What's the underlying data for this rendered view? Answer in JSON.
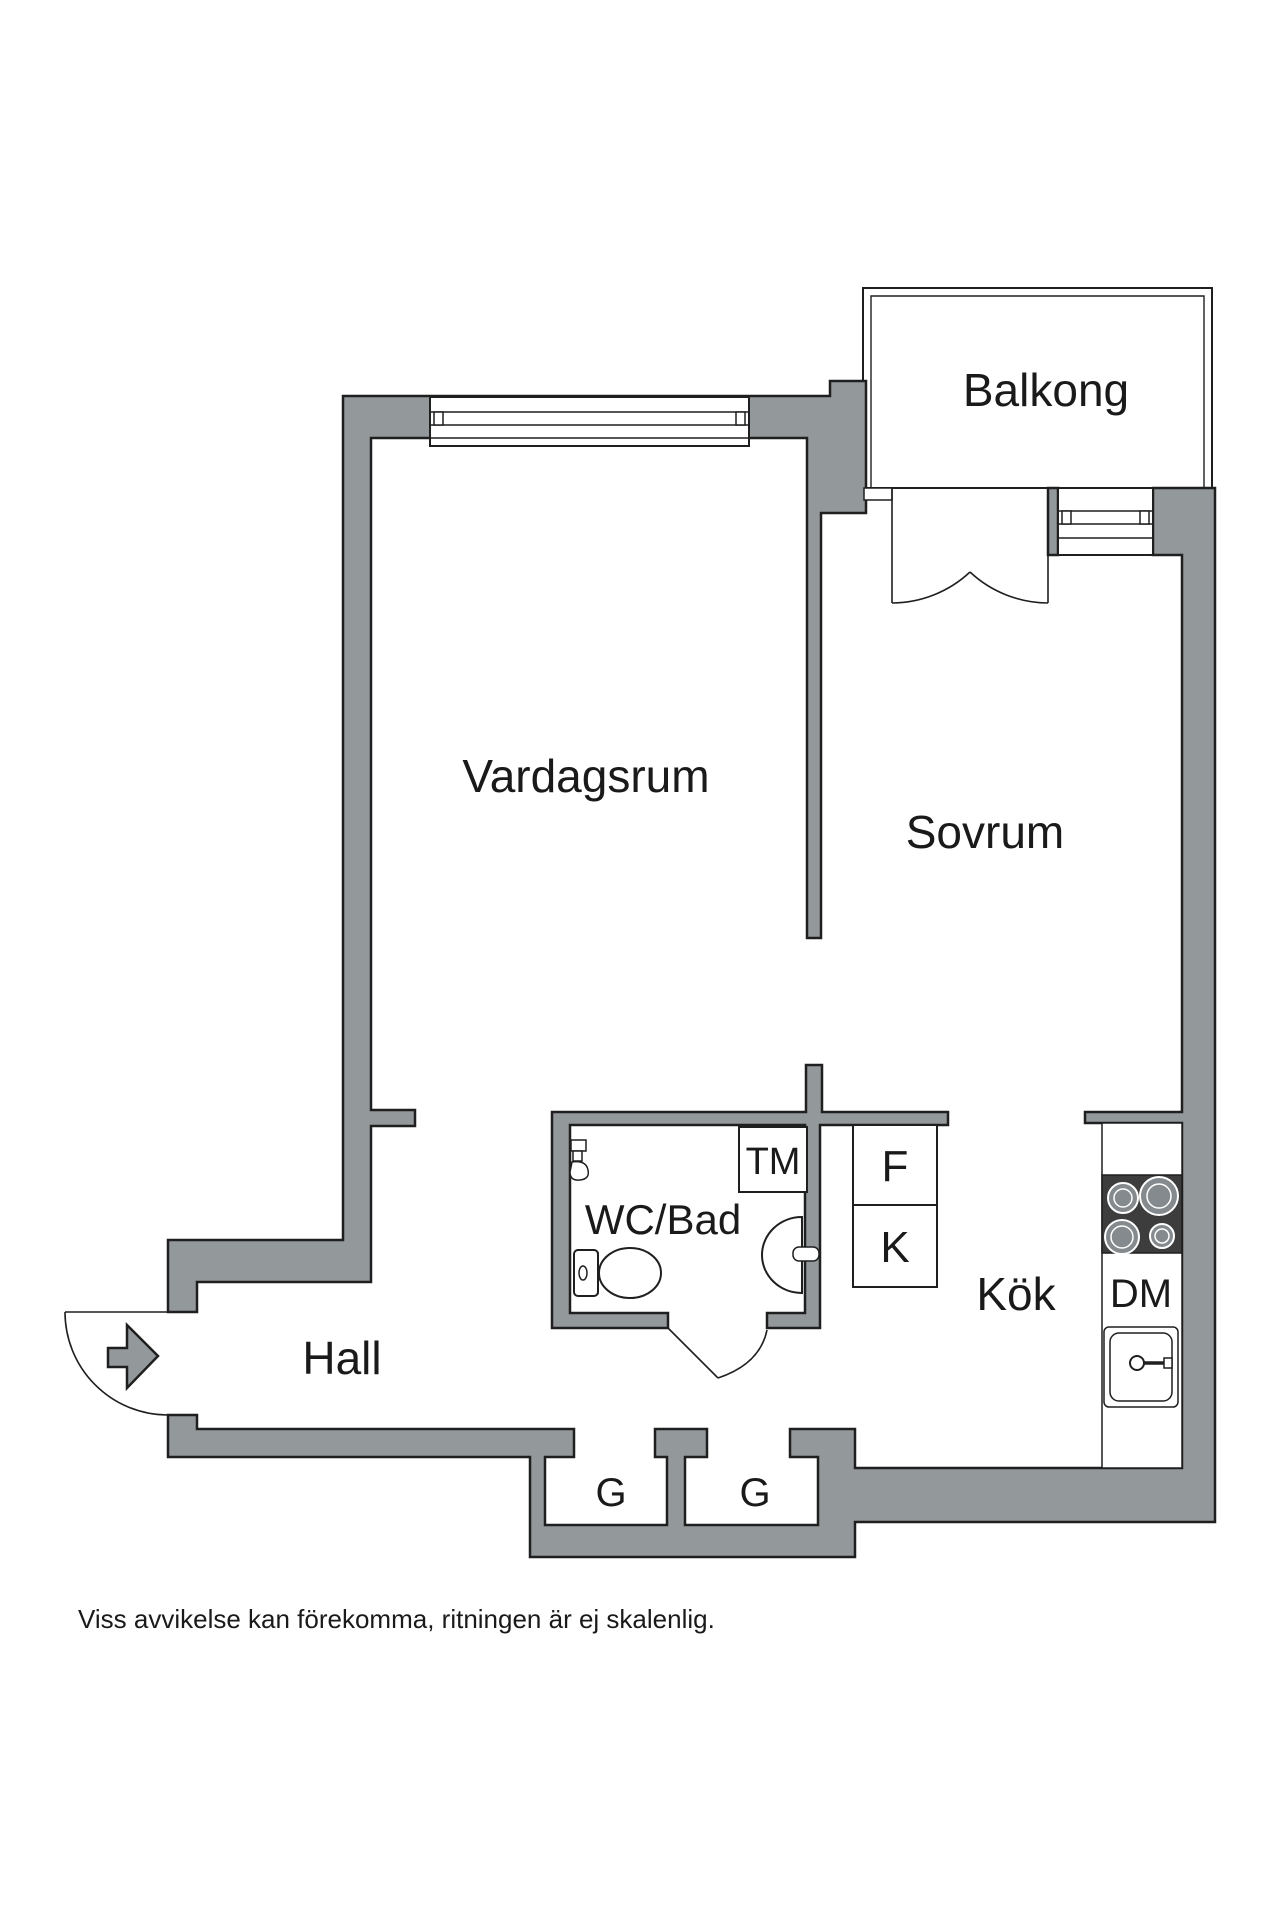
{
  "floorplan": {
    "rooms": {
      "living_room": "Vardagsrum",
      "bedroom": "Sovrum",
      "balcony": "Balkong",
      "bathroom": "WC/Bad",
      "kitchen": "Kök",
      "hall": "Hall"
    },
    "appliances": {
      "washing_machine": "TM",
      "fridge": "F",
      "freezer": "K",
      "dishwasher": "DM",
      "closet_left": "G",
      "closet_right": "G"
    },
    "disclaimer": "Viss avvikelse kan förekomma, ritningen är ej skalenlig.",
    "colors": {
      "wall": "#93989b",
      "outline": "#1f1f1f",
      "stove": "#3d3d3d",
      "burner": "#848a8d",
      "background": "#ffffff"
    }
  }
}
